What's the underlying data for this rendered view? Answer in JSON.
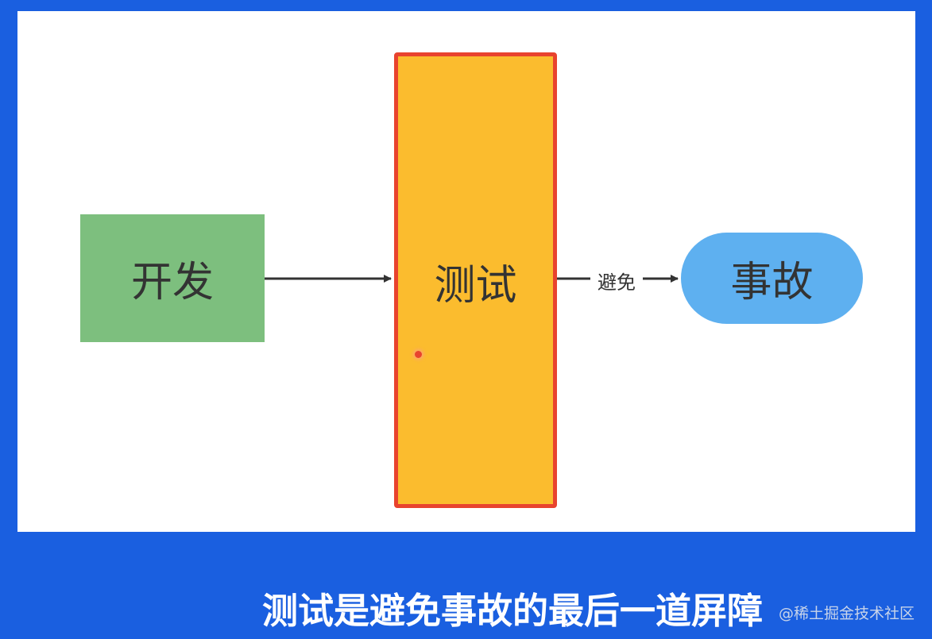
{
  "diagram": {
    "nodes": {
      "development": "开发",
      "testing": "测试",
      "accident": "事故"
    },
    "edges": {
      "test_to_accident_label": "避免"
    }
  },
  "caption": "测试是避免事故的最后一道屏障",
  "watermark": "@稀土掘金技术社区",
  "colors": {
    "background": "#1a5fe0",
    "development_fill": "#7dbf7e",
    "testing_fill": "#fbbc2e",
    "testing_border": "#e8432e",
    "accident_fill": "#5eb0f0"
  }
}
